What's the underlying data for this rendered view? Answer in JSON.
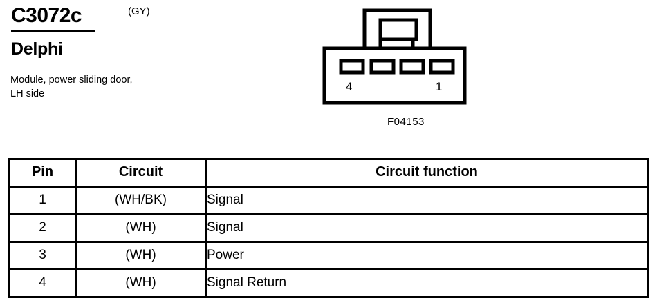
{
  "connector": {
    "id": "C3072c",
    "color_code": "(GY)",
    "manufacturer": "Delphi",
    "description": "Module, power sliding door, LH side",
    "figure_label": "F04153",
    "pin_count": 4,
    "pin_marker_left": "4",
    "pin_marker_right": "1",
    "line_color": "#000000",
    "background_color": "#ffffff"
  },
  "table": {
    "headers": {
      "pin": "Pin",
      "circuit": "Circuit",
      "function": "Circuit function"
    },
    "rows": [
      {
        "pin": "1",
        "circuit": "(WH/BK)",
        "function": "Signal"
      },
      {
        "pin": "2",
        "circuit": "(WH)",
        "function": "Signal"
      },
      {
        "pin": "3",
        "circuit": "(WH)",
        "function": "Power"
      },
      {
        "pin": "4",
        "circuit": "(WH)",
        "function": "Signal Return"
      }
    ]
  }
}
